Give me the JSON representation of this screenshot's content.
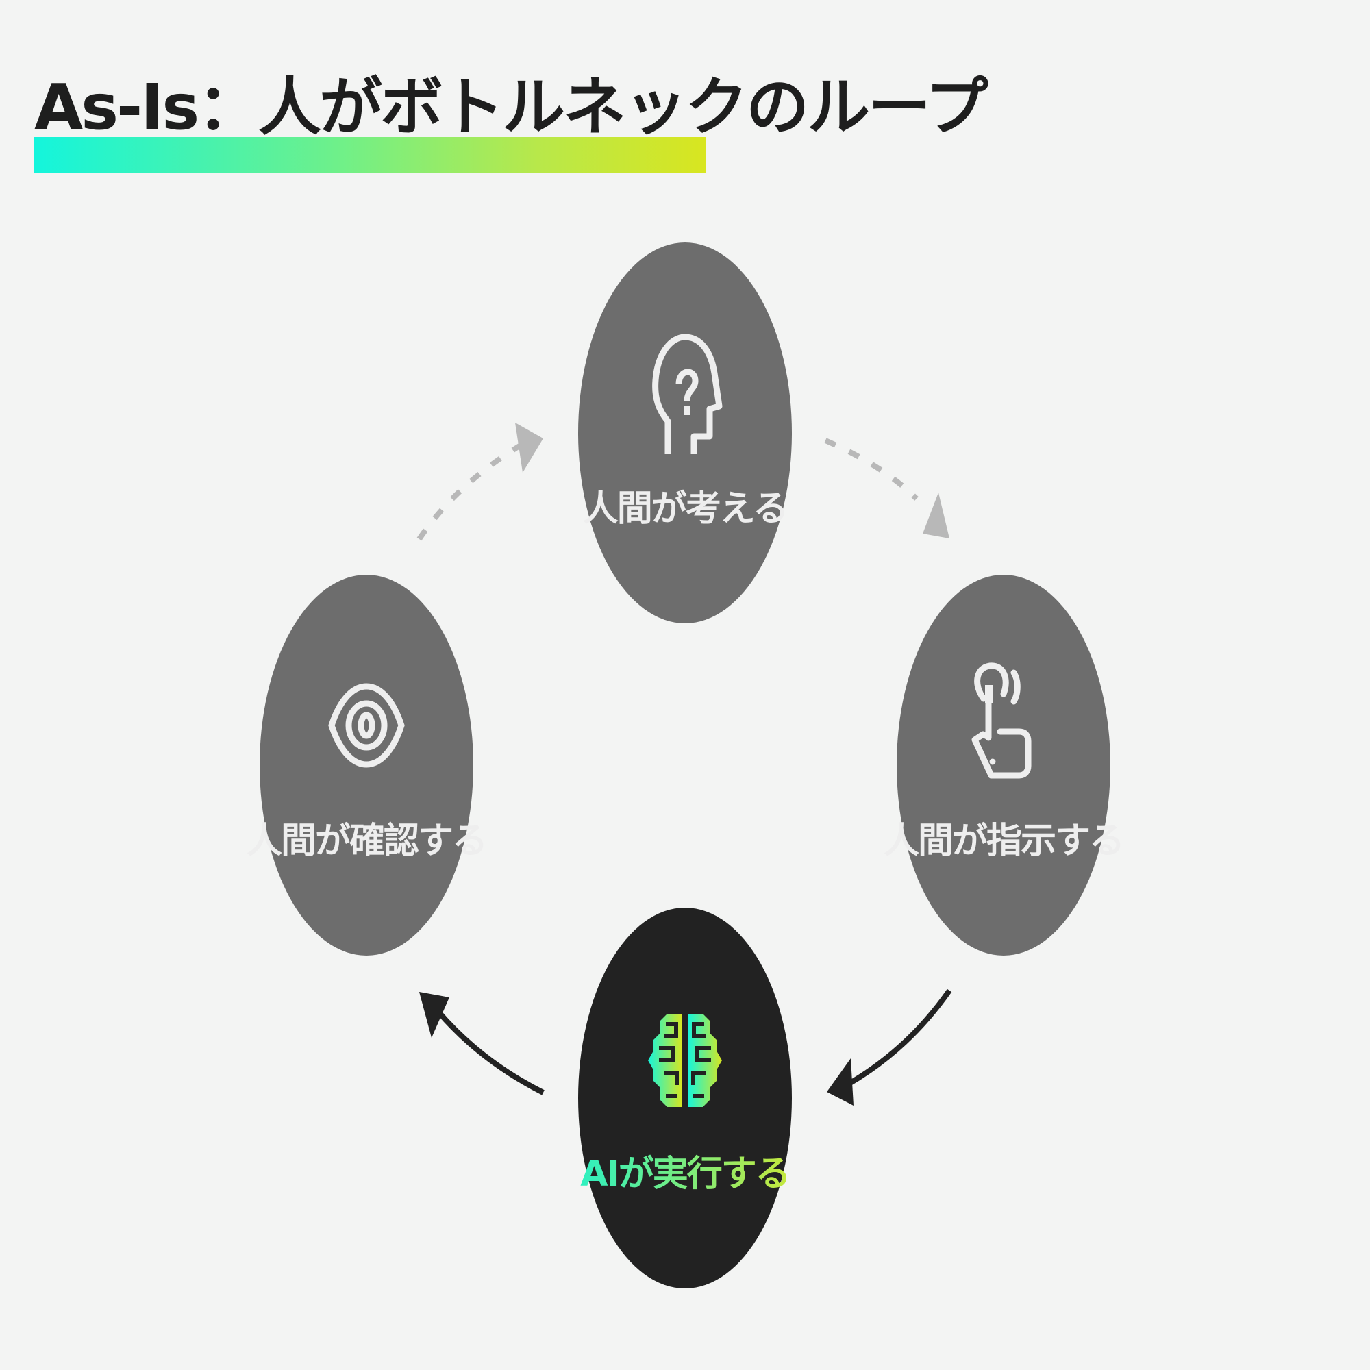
{
  "title": "As-Is：人がボトルネックのループ",
  "colors": {
    "background": "#f3f4f3",
    "human_node": "#6d6d6d",
    "ai_node": "#222222",
    "human_text": "#eeeeee",
    "dotted_arrow": "#b8b8b8",
    "solid_arrow": "#222222",
    "gradient_start": "#14f5dc",
    "gradient_end": "#d8e620"
  },
  "nodes": [
    {
      "id": "think",
      "label": "人間が考える",
      "icon": "head-question-icon"
    },
    {
      "id": "instruct",
      "label": "人間が指示する",
      "icon": "tap-hand-icon"
    },
    {
      "id": "execute",
      "label": "AIが実行する",
      "icon": "brain-chip-icon"
    },
    {
      "id": "confirm",
      "label": "人間が確認する",
      "icon": "eye-icon"
    }
  ],
  "edges": [
    {
      "from": "confirm",
      "to": "think",
      "style": "dotted"
    },
    {
      "from": "think",
      "to": "instruct",
      "style": "dotted"
    },
    {
      "from": "instruct",
      "to": "execute",
      "style": "solid"
    },
    {
      "from": "execute",
      "to": "confirm",
      "style": "solid"
    }
  ]
}
